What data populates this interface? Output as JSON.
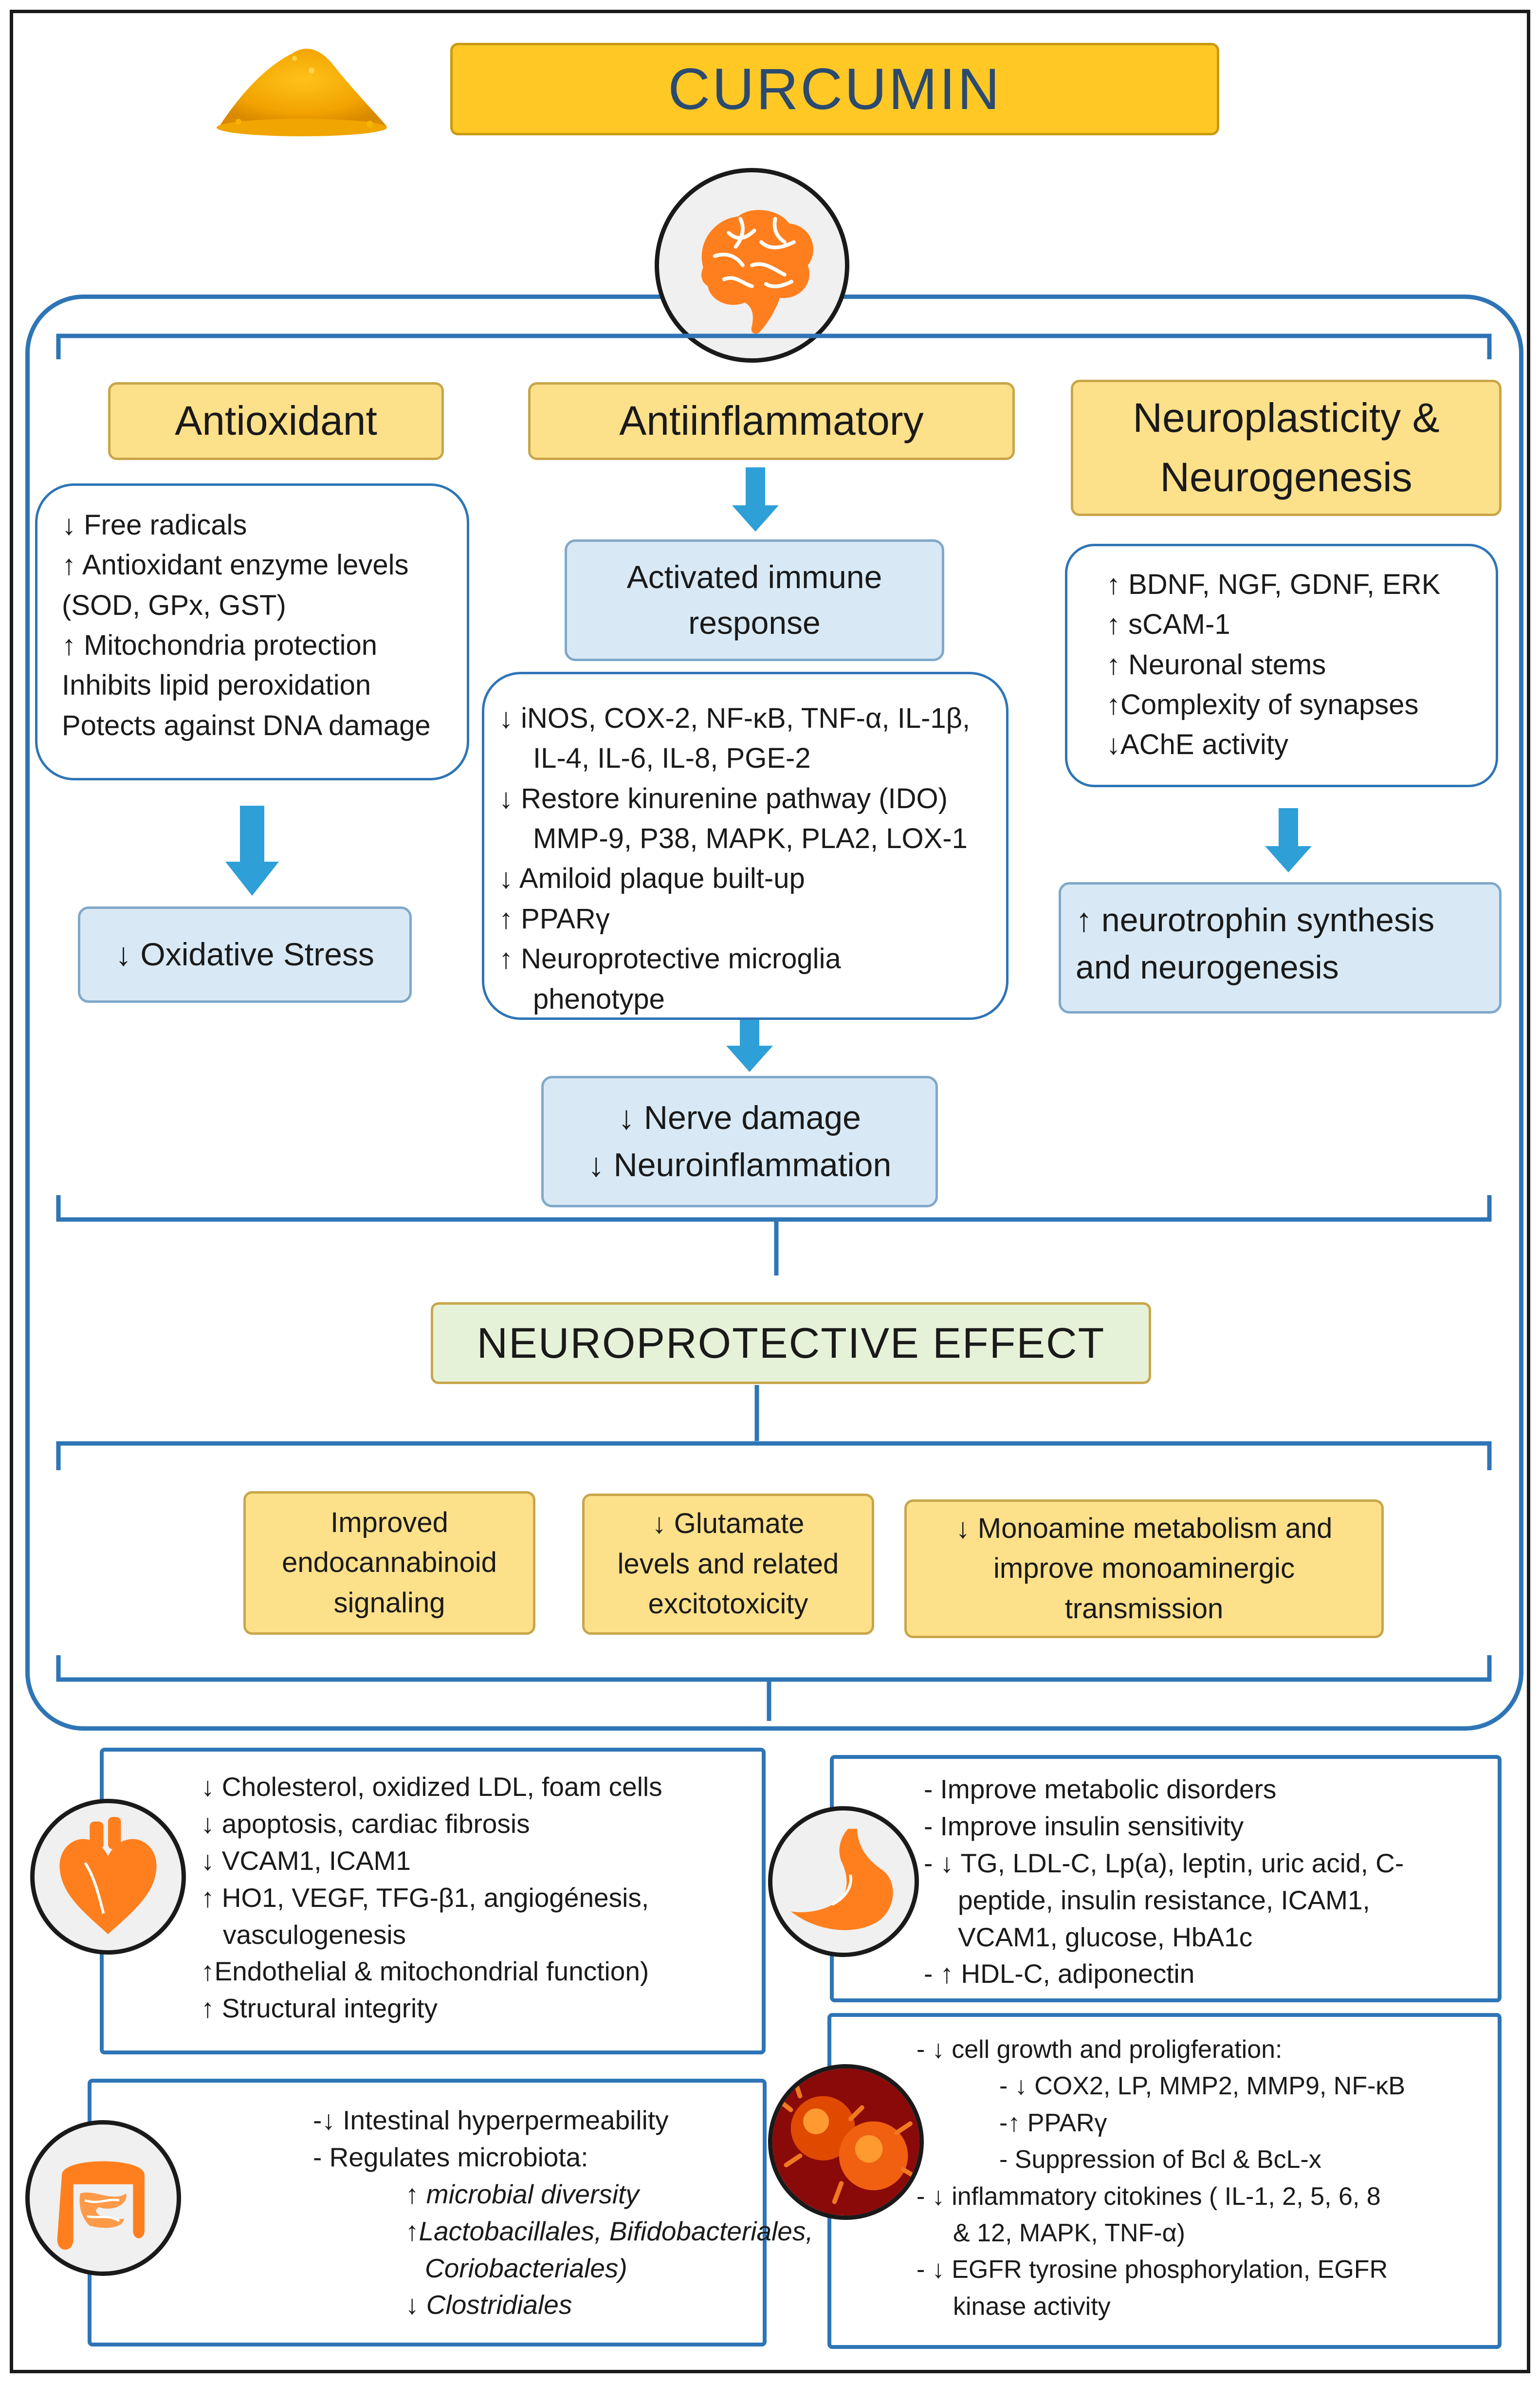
{
  "title": "CURCUMIN",
  "antioxidant": {
    "heading": "Antioxidant",
    "effects": [
      "↓ Free radicals",
      "↑ Antioxidant enzyme levels",
      "(SOD, GPx, GST)",
      "↑ Mitochondria protection",
      "Inhibits lipid peroxidation",
      "Potects against DNA damage"
    ],
    "outcome": "↓ Oxidative Stress"
  },
  "antiinflammatory": {
    "heading": "Antiinflammatory",
    "immune": [
      "Activated immune",
      "response"
    ],
    "effects": [
      "↓ iNOS, COX-2, NF-κB, TNF-α, IL-1β,",
      "IL-4, IL-6, IL-8, PGE-2",
      "↓ Restore kinurenine pathway (IDO)",
      "MMP-9, P38, MAPK, PLA2, LOX-1",
      "↓ Amiloid plaque built-up",
      "↑  PPARγ",
      "↑  Neuroprotective microglia",
      "phenotype"
    ],
    "outcome": [
      "↓ Nerve damage",
      "↓ Neuroinflammation"
    ]
  },
  "neuroplasticity": {
    "heading": [
      "Neuroplasticity &",
      "Neurogenesis"
    ],
    "effects": [
      "↑ BDNF, NGF, GDNF, ERK",
      "↑ sCAM-1",
      "↑ Neuronal stems",
      "↑Complexity of synapses",
      "↓AChE activity"
    ],
    "outcome": [
      "↑ neurotrophin synthesis",
      "and neurogenesis"
    ]
  },
  "neuroprotective_effect": "NEUROPROTECTIVE EFFECT",
  "mechanisms": [
    [
      "Improved",
      "endocannabinoid",
      "signaling"
    ],
    [
      "↓ Glutamate",
      "levels and related",
      "excitotoxicity"
    ],
    [
      "↓ Monoamine metabolism and",
      "improve monoaminergic",
      "transmission"
    ]
  ],
  "heart": [
    "↓ Cholesterol, oxidized LDL, foam cells",
    "↓ apoptosis, cardiac fibrosis",
    "↓ VCAM1, ICAM1",
    "↑ HO1,  VEGF,  TFG-β1,  angiogénesis,",
    "vasculogenesis",
    "↑Endothelial  & mitochondrial  function)",
    "↑ Structural  integrity"
  ],
  "intestine": {
    "items": [
      "-↓  Intestinal hyperpermeability",
      "-  Regulates microbiota:"
    ],
    "microbiota": [
      "↑ microbial diversity",
      "↑Lactobacillales, Bifidobacteriales,",
      "Coriobacteriales)",
      "↓ Clostridiales"
    ]
  },
  "metabolic": [
    "-   Improve metabolic disorders",
    "-   Improve insulin sensitivity",
    "-  ↓  TG,  LDL-C,  Lp(a),  leptin,  uric acid,  C-",
    "peptide,   insulin   resistance,   ICAM1,",
    "VCAM1, glucose, HbA1c",
    "-   ↑ HDL-C, adiponectin"
  ],
  "cancer": {
    "growth": "-    ↓ cell growth and proligferation:",
    "growth_items": [
      "- ↓ COX2, LP, MMP2, MMP9, NF-κB",
      "-↑ PPARγ",
      "- Suppression of Bcl & BcL-x"
    ],
    "inflammatory": [
      "-    ↓ inflammatory citokines ( IL-1, 2, 5, 6, 8",
      "& 12, MAPK,  TNF-α)"
    ],
    "egfr": [
      "-    ↓ EGFR tyrosine phosphorylation,  EGFR",
      "kinase activity"
    ]
  },
  "icons": {
    "powder": "turmeric-powder-icon",
    "brain": "brain-icon",
    "heart": "heart-icon",
    "intestine": "intestine-icon",
    "stomach": "stomach-icon",
    "cancer": "cancer-cells-icon"
  },
  "colors": {
    "yellow_fill": "#fde08a",
    "title_fill": "#ffc824",
    "blue_fill": "#d8e9f5",
    "green_fill": "#e6f2d8",
    "outline_blue": "#2e75b6",
    "arrow_blue": "#2f9fd8",
    "organ_orange": "#ff7f1e"
  }
}
